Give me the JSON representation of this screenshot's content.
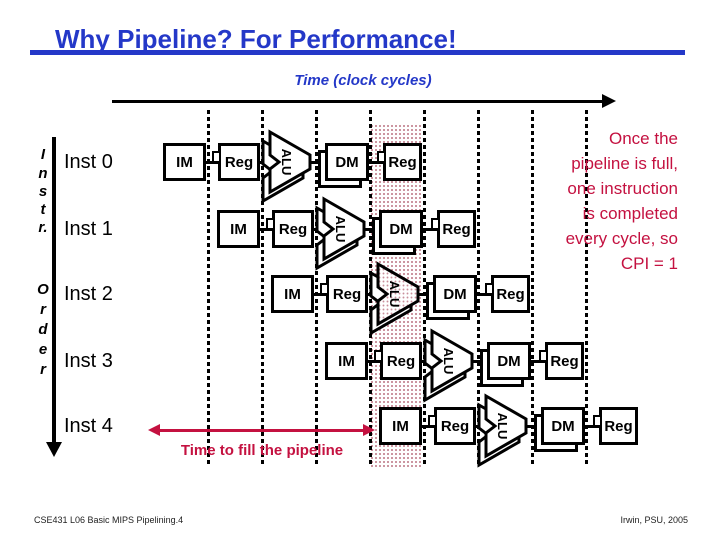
{
  "slide": {
    "title": "Why Pipeline? For Performance!",
    "time_axis_label": "Time (clock cycles)",
    "footer_left": "CSE431  L06 Basic MIPS Pipelining.4",
    "footer_right": "Irwin, PSU, 2005"
  },
  "left_axis": {
    "instr_letters": [
      "I",
      "n",
      "s",
      "t",
      "r."
    ],
    "order_letters": [
      "O",
      "r",
      "d",
      "e",
      "r"
    ]
  },
  "pipeline": {
    "stage_labels": [
      "IM",
      "Reg",
      "ALU",
      "DM",
      "Reg"
    ],
    "instructions": [
      {
        "label": "Inst 0"
      },
      {
        "label": "Inst 1"
      },
      {
        "label": "Inst 2"
      },
      {
        "label": "Inst 3"
      },
      {
        "label": "Inst 4"
      }
    ]
  },
  "annotations": {
    "cpi_note_lines": [
      "Once the",
      "pipeline is full,",
      "one instruction",
      "is completed",
      "every cycle, so",
      "CPI = 1"
    ],
    "fill_note": "Time to fill the pipeline"
  },
  "colors": {
    "title_blue": "#2438c8",
    "accent_red": "#c41140",
    "shade_dot": "#c98f9b"
  }
}
